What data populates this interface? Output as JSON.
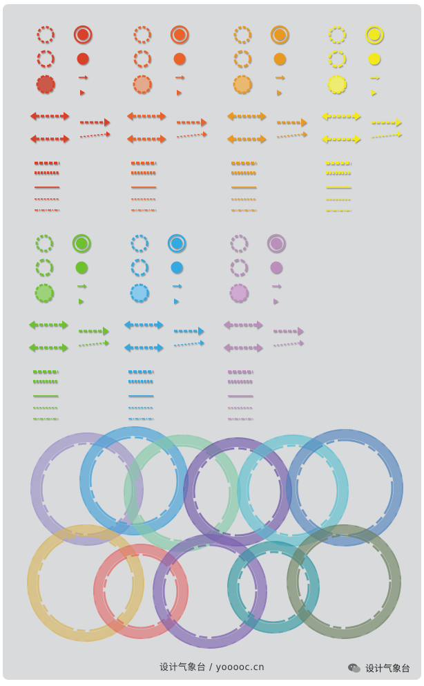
{
  "palette_sets": [
    {
      "name": "red",
      "color": "#d9412a",
      "light": "#c95a48"
    },
    {
      "name": "orange",
      "color": "#e8622a",
      "light": "#e3a98c"
    },
    {
      "name": "amber",
      "color": "#e99821",
      "light": "#e9b970"
    },
    {
      "name": "yellow",
      "color": "#f2e81e",
      "light": "#eeeb73"
    },
    {
      "name": "green",
      "color": "#6ec12e",
      "light": "#9ed27a"
    },
    {
      "name": "blue",
      "color": "#36a8e0",
      "light": "#8ac9ea"
    },
    {
      "name": "lilac",
      "color": "#bb8fbc",
      "light": "#cfa9cf"
    }
  ],
  "brush_rings": [
    {
      "name": "lavender",
      "color": "#9a8fc7"
    },
    {
      "name": "sky-blue",
      "color": "#3d9fd8"
    },
    {
      "name": "mint",
      "color": "#83c9a6"
    },
    {
      "name": "violet",
      "color": "#6d55a6"
    },
    {
      "name": "aqua",
      "color": "#55bfd0"
    },
    {
      "name": "steel-blue",
      "color": "#4d82bd"
    },
    {
      "name": "gold",
      "color": "#d7b55a"
    },
    {
      "name": "coral",
      "color": "#e26a6a"
    },
    {
      "name": "purple",
      "color": "#7b5fb0"
    },
    {
      "name": "teal",
      "color": "#2f96a2"
    },
    {
      "name": "olive",
      "color": "#6e8060"
    }
  ],
  "footer": {
    "credit": "设计气象台 / yooooc.cn",
    "wechat_label": "设计气象台"
  }
}
